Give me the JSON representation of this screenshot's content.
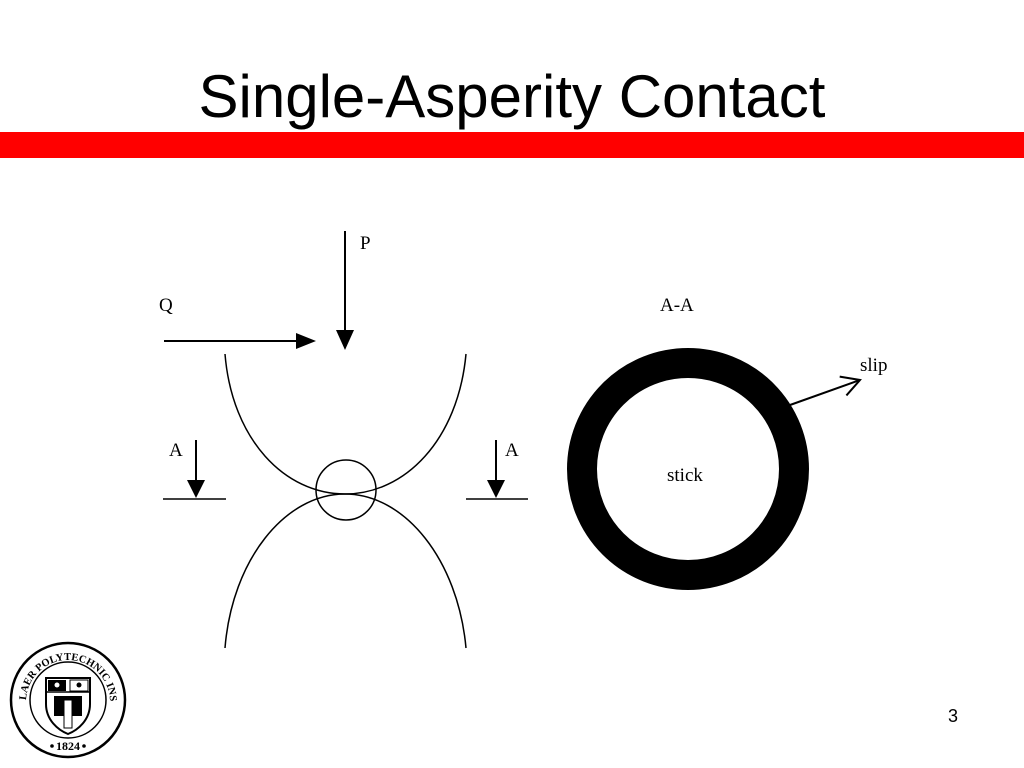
{
  "slide": {
    "title": "Single-Asperity Contact",
    "page_number": "3",
    "accent_color": "#ff0000"
  },
  "diagram": {
    "labels": {
      "normal_load": "P",
      "tangential_load": "Q",
      "section_left": "A",
      "section_right": "A",
      "section_view": "A-A",
      "stick_region": "stick",
      "slip_region": "slip"
    }
  },
  "logo": {
    "name": "RENSSELAER POLYTECHNIC INSTITUTE",
    "year": "1824"
  }
}
